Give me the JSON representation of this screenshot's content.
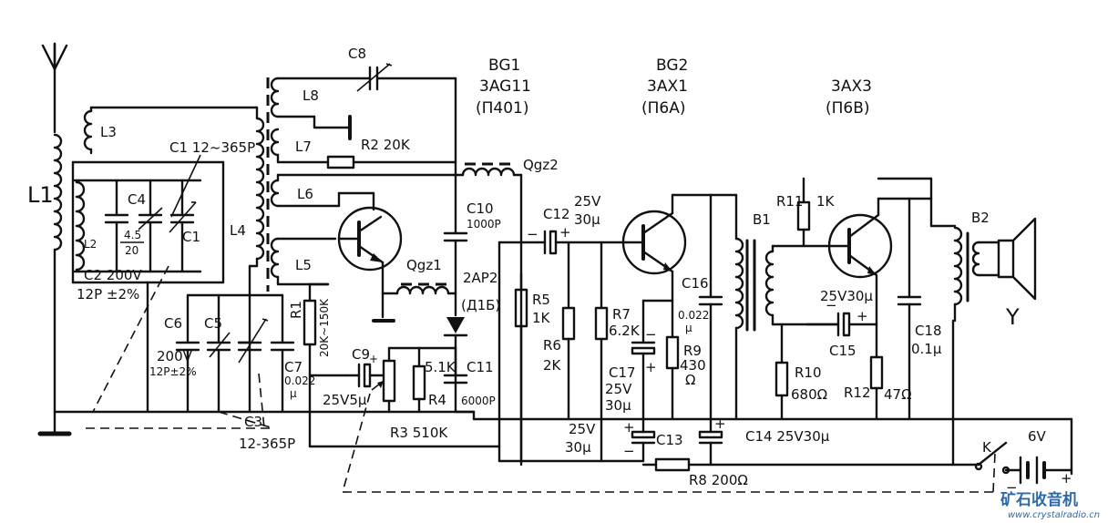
{
  "labels": {
    "L1": "L1",
    "L2": "L2",
    "L3": "L3",
    "L4": "L4",
    "L5": "L5",
    "L6": "L6",
    "L7": "L7",
    "L8": "L8",
    "C1": "C1",
    "C1_range": "C1 12~365P",
    "C2": "C2 200V",
    "C2_value": "12P ±2%",
    "C3": "C3",
    "C3_range": "12-365P",
    "C4": "C4",
    "C4_value_top": "4.5",
    "C4_value_bot": "20",
    "C5": "C5",
    "C6": "C6",
    "C6_value": "200V",
    "C6_value2": "12P±2%",
    "C7": "C7",
    "C7_value": "0.022",
    "C7_unit": "μ",
    "C8": "C8",
    "C9": "C9",
    "C9_value": "25V5μ",
    "C10": "C10",
    "C10_value": "1000P",
    "C11": "C11",
    "C11_value": "6000P",
    "C12": "C12",
    "C12_v": "25V",
    "C12_c": "30μ",
    "C13": "C13",
    "C13_v": "25V",
    "C13_c": "30μ",
    "C14": "C14 25V30μ",
    "C15": "C15",
    "C15_value": "25V30μ",
    "C16": "C16",
    "C16_value": "0.022",
    "C16_unit": "μ",
    "C17": "C17",
    "C17_v": "25V",
    "C17_c": "30μ",
    "C18": "C18",
    "C18_value": "0.1μ",
    "R1": "R1",
    "R1_value": "20K~150K",
    "R2": "R2 20K",
    "R3": "R3 510K",
    "R4": "R4",
    "R4_value": "5.1K",
    "R5": "R5",
    "R5_value": "1K",
    "R6": "R6",
    "R6_value": "2K",
    "R7": "R7",
    "R7_value": "6.2K",
    "R8": "R8 200Ω",
    "R9": "R9",
    "R9_value": "430",
    "R9_unit": "Ω",
    "R10": "R10",
    "R10_value": "680Ω",
    "R11": "R11",
    "R11_value": "1K",
    "R12": "R12",
    "R12_value": "47Ω",
    "BG1": "BG1",
    "BG1_type": "3AG11",
    "BG1_eq": "(Π401)",
    "BG2": "BG2",
    "BG2_type": "3AX1",
    "BG2_eq": "(Π6A)",
    "BG3_type": "3AX3",
    "BG3_eq": "(Π6B)",
    "Qgz1": "Qgz1",
    "Qgz2": "Qgz2",
    "D": "2AP2",
    "D_eq": "(Д1Б)",
    "B1": "B1",
    "B2": "B2",
    "Y": "Y",
    "K": "K",
    "battery": "6V",
    "plus": "+",
    "minus": "−"
  },
  "watermark": {
    "cn": "矿石收音机",
    "url": "www.crystalradio.cn"
  },
  "colors": {
    "ink": "#111111",
    "watermark": "#2e6aa8"
  }
}
